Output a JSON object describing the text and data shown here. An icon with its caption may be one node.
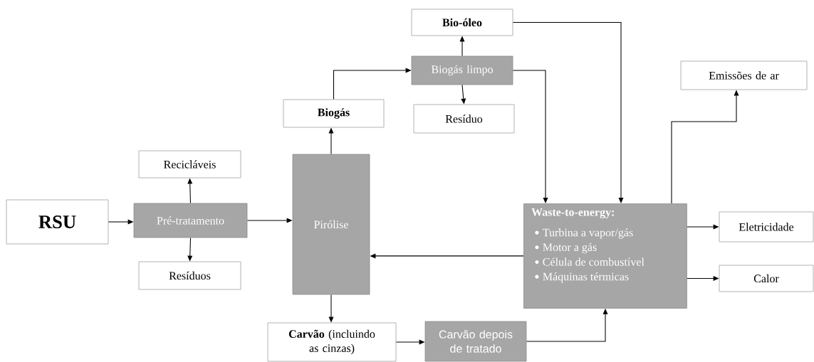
{
  "diagram": {
    "nodes": [
      {
        "text": [
          "RSU"
        ]
      },
      {
        "text": [
          "Pré-tratamento"
        ]
      },
      {
        "text": [
          "Recicláveis"
        ]
      },
      {
        "text": [
          "Resíduos"
        ]
      },
      {
        "text": [
          "Pirólise"
        ]
      },
      {
        "text": [
          "Biogás"
        ]
      },
      {
        "text": [
          "Biogás limpo"
        ]
      },
      {
        "text": [
          "Bio-óleo"
        ]
      },
      {
        "text": [
          "Resíduo"
        ]
      },
      {
        "text": [
          "Emissões de ar"
        ]
      },
      {
        "text": [
          "Waste-to-energy:",
          "Turbina a vapor/gás",
          "Motor a gás",
          "Célula de combustível",
          "Máquinas térmicas"
        ]
      },
      {
        "text": [
          "Eletricidade"
        ]
      },
      {
        "text": [
          "Calor"
        ]
      },
      {
        "text": [
          "**Carvão** (incluindo as cinzas)"
        ]
      },
      {
        "text": [
          "Carvão depois de tratado"
        ]
      }
    ],
    "edges": [
      {
        "from": 0,
        "to": 1,
        "arrow": "to"
      },
      {
        "from": 1,
        "to": 2,
        "arrow": "to"
      },
      {
        "from": 1,
        "to": 3,
        "arrow": "to"
      },
      {
        "from": 1,
        "to": 4,
        "arrow": "to"
      },
      {
        "from": 4,
        "to": 5,
        "arrow": "to"
      },
      {
        "from": 5,
        "to": 6,
        "arrow": "to"
      },
      {
        "from": 6,
        "to": 7,
        "arrow": "to"
      },
      {
        "from": 6,
        "to": 8,
        "arrow": "to"
      },
      {
        "from": 6,
        "to": 10,
        "arrow": "to"
      },
      {
        "from": 7,
        "to": 10,
        "arrow": "to"
      },
      {
        "from": 10,
        "to": 9,
        "arrow": "to"
      },
      {
        "from": 10,
        "to": 11,
        "arrow": "to"
      },
      {
        "from": 10,
        "to": 12,
        "arrow": "to"
      },
      {
        "from": 10,
        "to": 4,
        "arrow": "to"
      },
      {
        "from": 4,
        "to": 13,
        "arrow": "to"
      },
      {
        "from": 13,
        "to": 14,
        "arrow": "to"
      },
      {
        "from": 14,
        "to": 10,
        "arrow": "to"
      }
    ]
  }
}
